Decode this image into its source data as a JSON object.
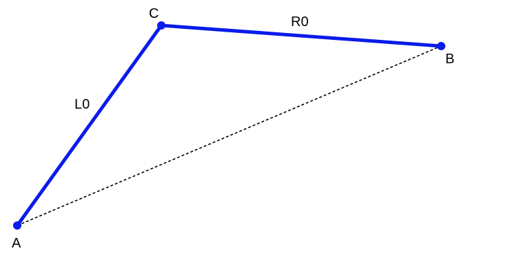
{
  "diagram": {
    "points": {
      "A": "A",
      "B": "B",
      "C": "C"
    },
    "segments": {
      "ac": "L0",
      "cb": "R0"
    },
    "colors": {
      "solid_line": "#0a1bea",
      "dashed_line": "#000000",
      "point": "#0a1bea",
      "text": "#000000"
    }
  }
}
